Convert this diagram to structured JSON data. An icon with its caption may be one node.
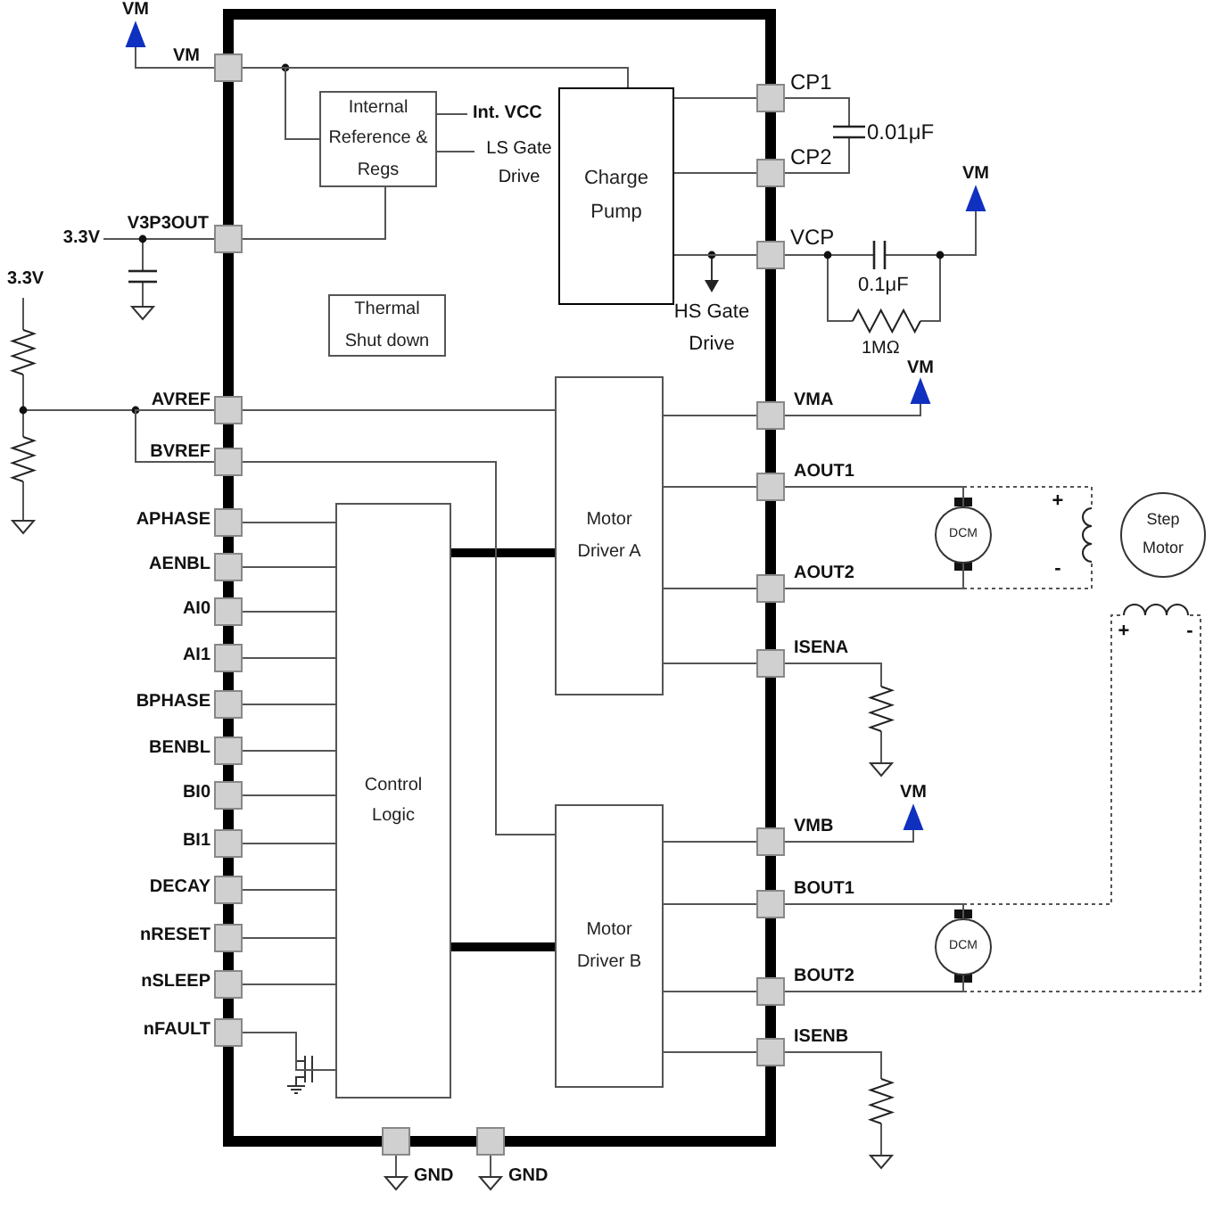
{
  "diagram": {
    "nodes": [
      {
        "text": [],
        "shape": "box"
      },
      {
        "text": [
          "Internal Reference & Regs"
        ],
        "in": 0
      },
      {
        "text": [
          "Charge Pump"
        ],
        "in": 0
      },
      {
        "text": [
          "Thermal Shut down"
        ],
        "in": 0
      },
      {
        "text": [
          "Motor Driver A"
        ],
        "in": 0
      },
      {
        "text": [
          "Control Logic"
        ],
        "in": 0
      },
      {
        "text": [
          "Motor Driver B"
        ],
        "in": 0
      },
      {
        "text": [
          "DCM"
        ]
      },
      {
        "text": [
          "Step Motor"
        ]
      },
      {
        "text": [
          "DCM"
        ]
      },
      {
        "text": [],
        "shape": "box",
        "beside": [
          "VM"
        ]
      },
      {
        "text": [],
        "shape": "box",
        "beside": [
          "V3P3OUT"
        ]
      },
      {
        "text": [],
        "shape": "box",
        "beside": [
          "AVREF"
        ]
      },
      {
        "text": [],
        "shape": "box",
        "beside": [
          "BVREF"
        ]
      },
      {
        "text": [],
        "shape": "box",
        "beside": [
          "APHASE"
        ]
      },
      {
        "text": [],
        "shape": "box",
        "beside": [
          "AENBL"
        ]
      },
      {
        "text": [],
        "shape": "box",
        "beside": [
          "AI0"
        ]
      },
      {
        "text": [],
        "shape": "box",
        "beside": [
          "AI1"
        ]
      },
      {
        "text": [],
        "shape": "box",
        "beside": [
          "BPHASE"
        ]
      },
      {
        "text": [],
        "shape": "box",
        "beside": [
          "BENBL"
        ]
      },
      {
        "text": [],
        "shape": "box",
        "beside": [
          "BI0"
        ]
      },
      {
        "text": [],
        "shape": "box",
        "beside": [
          "BI1"
        ]
      },
      {
        "text": [],
        "shape": "box",
        "beside": [
          "DECAY"
        ]
      },
      {
        "text": [],
        "shape": "box",
        "beside": [
          "nRESET"
        ]
      },
      {
        "text": [],
        "shape": "box",
        "beside": [
          "nSLEEP"
        ]
      },
      {
        "text": [],
        "shape": "box",
        "beside": [
          "nFAULT"
        ]
      },
      {
        "text": [],
        "shape": "box",
        "beside": [
          "CP1"
        ]
      },
      {
        "text": [],
        "shape": "box",
        "beside": [
          "CP2"
        ]
      },
      {
        "text": [],
        "shape": "box",
        "beside": [
          "VCP"
        ]
      },
      {
        "text": [],
        "shape": "box",
        "beside": [
          "VMA"
        ]
      },
      {
        "text": [],
        "shape": "box",
        "beside": [
          "AOUT1"
        ]
      },
      {
        "text": [],
        "shape": "box",
        "beside": [
          "AOUT2"
        ]
      },
      {
        "text": [],
        "shape": "box",
        "beside": [
          "ISENA"
        ]
      },
      {
        "text": [],
        "shape": "box",
        "beside": [
          "VMB"
        ]
      },
      {
        "text": [],
        "shape": "box",
        "beside": [
          "BOUT1"
        ]
      },
      {
        "text": [],
        "shape": "box",
        "beside": [
          "BOUT2"
        ]
      },
      {
        "text": [],
        "shape": "box",
        "beside": [
          "ISENB"
        ]
      },
      {
        "text": [],
        "shape": "box",
        "beside": [
          "GND"
        ]
      },
      {
        "text": [],
        "shape": "box",
        "beside": [
          "GND"
        ]
      }
    ],
    "edges": [
      {
        "from": 10,
        "to": 1,
        "arrow": "none"
      },
      {
        "from": 10,
        "to": 2,
        "arrow": "none"
      },
      {
        "from": 5,
        "to": 4,
        "arrow": "none",
        "style": "thick",
        "color": "#000000"
      },
      {
        "from": 5,
        "to": 6,
        "arrow": "none",
        "style": "thick",
        "color": "#000000"
      },
      {
        "from": 11,
        "to": 1,
        "arrow": "none"
      },
      {
        "from": 12,
        "to": 4,
        "arrow": "none"
      },
      {
        "from": 13,
        "to": 6,
        "arrow": "none"
      },
      {
        "from": 14,
        "to": 5,
        "arrow": "none"
      },
      {
        "from": 15,
        "to": 5,
        "arrow": "none"
      },
      {
        "from": 16,
        "to": 5,
        "arrow": "none"
      },
      {
        "from": 17,
        "to": 5,
        "arrow": "none"
      },
      {
        "from": 18,
        "to": 5,
        "arrow": "none"
      },
      {
        "from": 19,
        "to": 5,
        "arrow": "none"
      },
      {
        "from": 20,
        "to": 5,
        "arrow": "none"
      },
      {
        "from": 21,
        "to": 5,
        "arrow": "none"
      },
      {
        "from": 22,
        "to": 5,
        "arrow": "none"
      },
      {
        "from": 23,
        "to": 5,
        "arrow": "none"
      },
      {
        "from": 24,
        "to": 5,
        "arrow": "none"
      },
      {
        "from": 2,
        "to": 26,
        "arrow": "none"
      },
      {
        "from": 2,
        "to": 27,
        "arrow": "none"
      },
      {
        "from": 2,
        "to": 28,
        "arrow": "none"
      },
      {
        "from": 4,
        "to": 29,
        "arrow": "none"
      },
      {
        "from": 4,
        "to": 30,
        "arrow": "none"
      },
      {
        "from": 4,
        "to": 31,
        "arrow": "none"
      },
      {
        "from": 4,
        "to": 32,
        "arrow": "none"
      },
      {
        "from": 6,
        "to": 33,
        "arrow": "none"
      },
      {
        "from": 6,
        "to": 34,
        "arrow": "none"
      },
      {
        "from": 6,
        "to": 35,
        "arrow": "none"
      },
      {
        "from": 6,
        "to": 36,
        "arrow": "none"
      },
      {
        "from": 30,
        "to": 7,
        "arrow": "none"
      },
      {
        "from": 31,
        "to": 7,
        "arrow": "none"
      },
      {
        "from": 34,
        "to": 9,
        "arrow": "none"
      },
      {
        "from": 35,
        "to": 9,
        "arrow": "none"
      },
      {
        "from": 12,
        "to": 13,
        "arrow": "none"
      },
      {
        "from": 25,
        "to": 5,
        "arrow": "none"
      }
    ],
    "labels": [
      "VM",
      "Int. VCC",
      "0.01μF",
      "LS Gate Drive",
      "VM",
      "3.3V",
      "0.1μF",
      "3.3V",
      "HS Gate Drive",
      "1MΩ",
      "VM",
      "+",
      "-",
      "+",
      "-",
      "VM"
    ]
  }
}
